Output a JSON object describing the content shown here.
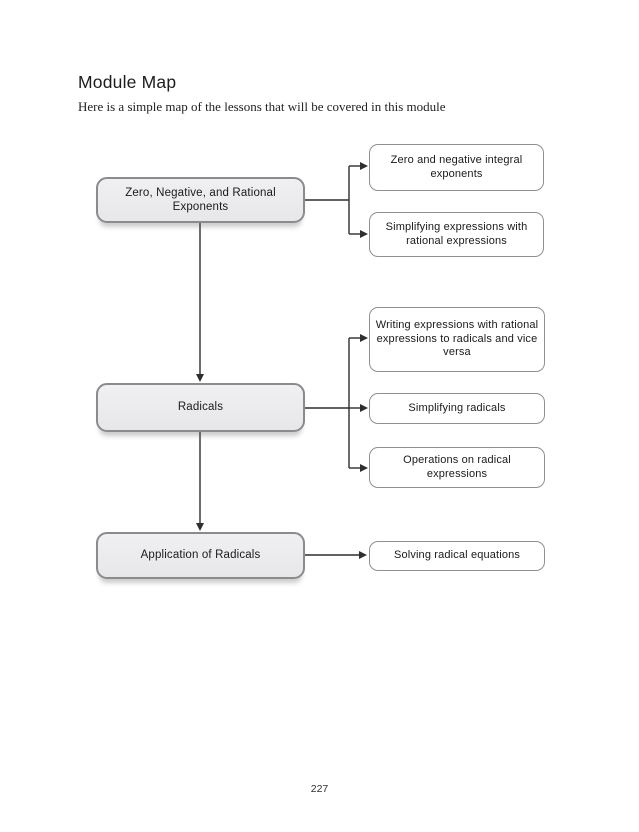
{
  "page": {
    "title": "Module Map",
    "subtitle": "Here is a simple map of the lessons that will be covered in this module",
    "page_number": "227"
  },
  "diagram": {
    "main_nodes": [
      {
        "id": "zero-negative-rational-exponents",
        "label": "Zero, Negative, and Rational Exponents"
      },
      {
        "id": "radicals",
        "label": "Radicals"
      },
      {
        "id": "application-of-radicals",
        "label": "Application of Radicals"
      }
    ],
    "sub_nodes": [
      {
        "id": "zero-negative-integral-exponents",
        "label": "Zero and negative integral exponents"
      },
      {
        "id": "simplifying-expressions-with-rational-expressions",
        "label": "Simplifying expressions with rational expressions"
      },
      {
        "id": "writing-expressions-rational-to-radicals",
        "label": "Writing expressions with rational expressions to radicals and vice versa"
      },
      {
        "id": "simplifying-radicals",
        "label": "Simplifying radicals"
      },
      {
        "id": "operations-on-radical-expressions",
        "label": "Operations on radical expressions"
      },
      {
        "id": "solving-radical-equations",
        "label": "Solving radical equations"
      }
    ],
    "edges": [
      {
        "from": "Zero, Negative, and Rational Exponents",
        "to": "Zero and negative integral exponents"
      },
      {
        "from": "Zero, Negative, and Rational Exponents",
        "to": "Simplifying expressions with rational expressions"
      },
      {
        "from": "Zero, Negative, and Rational Exponents",
        "to": "Radicals"
      },
      {
        "from": "Radicals",
        "to": "Writing expressions with rational expressions to radicals and vice versa"
      },
      {
        "from": "Radicals",
        "to": "Simplifying radicals"
      },
      {
        "from": "Radicals",
        "to": "Operations on radical expressions"
      },
      {
        "from": "Radicals",
        "to": "Application of Radicals"
      },
      {
        "from": "Application of Radicals",
        "to": "Solving radical equations"
      }
    ]
  },
  "colors": {
    "page_background": "#ffffff",
    "main_box_fill": "#ebebed",
    "main_box_border": "#8b8b8b",
    "sub_box_fill": "#ffffff",
    "sub_box_border": "#909090",
    "connector": "#2e2e2e",
    "text": "#1a1a1a"
  }
}
